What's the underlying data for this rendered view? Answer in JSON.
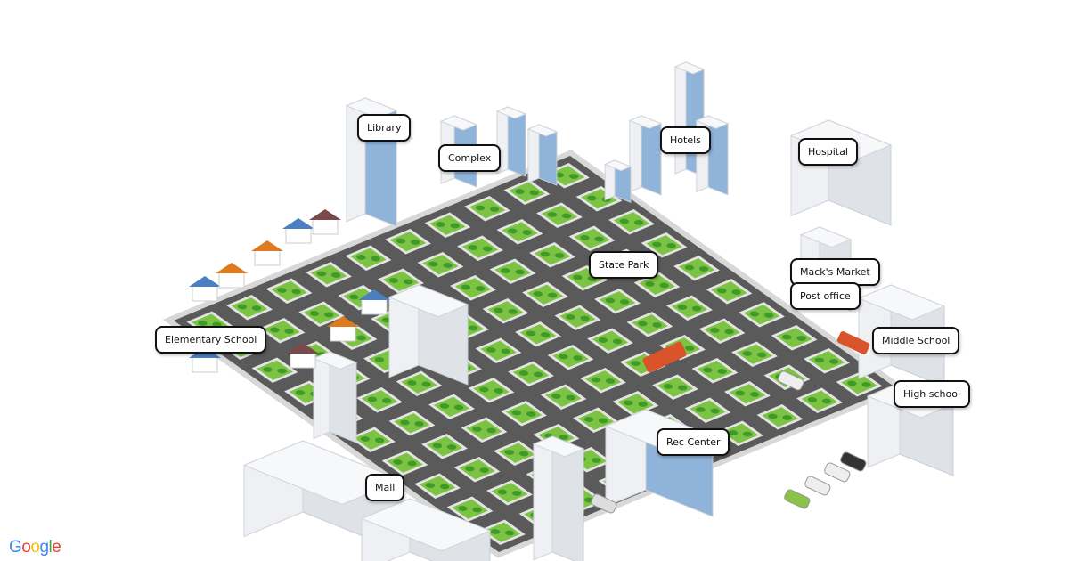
{
  "map": {
    "labels": [
      {
        "id": "library",
        "text": "Library"
      },
      {
        "id": "complex",
        "text": "Complex"
      },
      {
        "id": "hotels",
        "text": "Hotels"
      },
      {
        "id": "hospital",
        "text": "Hospital"
      },
      {
        "id": "state-park",
        "text": "State Park"
      },
      {
        "id": "macks-market",
        "text": "Mack's Market"
      },
      {
        "id": "post-office",
        "text": "Post office"
      },
      {
        "id": "elementary-school",
        "text": "Elementary School"
      },
      {
        "id": "middle-school",
        "text": "Middle School"
      },
      {
        "id": "high-school",
        "text": "High school"
      },
      {
        "id": "rec-center",
        "text": "Rec Center"
      },
      {
        "id": "mall",
        "text": "Mall"
      }
    ],
    "colors": {
      "road": "#5a5a5a",
      "grass": "#7cc243",
      "tree": "#3f9a2a",
      "building": "#eef0f3",
      "glass": "#8fb3d9",
      "bus": "#d9532b",
      "roof_orange": "#e07a1f",
      "roof_blue": "#4b7fc1"
    }
  },
  "footer": {
    "logo": [
      "G",
      "o",
      "o",
      "g",
      "l",
      "e"
    ]
  }
}
